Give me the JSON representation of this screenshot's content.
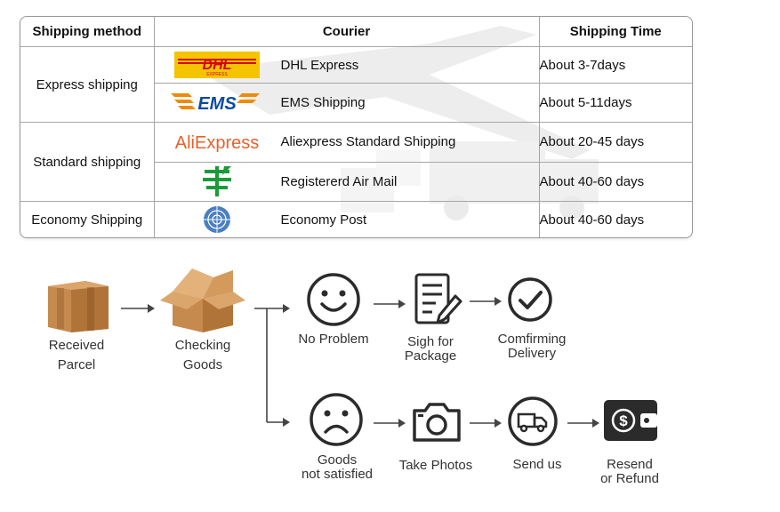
{
  "table": {
    "headers": [
      "Shipping method",
      "Courier",
      "Shipping Time"
    ],
    "groups": [
      {
        "method": "Express shipping",
        "rows": [
          {
            "logo": "dhl-logo",
            "logo_text": "DHL",
            "logo_sub": "EXPRESS",
            "courier": "DHL Express",
            "time": "About 3-7days"
          },
          {
            "logo": "ems-logo",
            "logo_text": "EMS",
            "courier": "EMS Shipping",
            "time": "About 5-11days"
          }
        ]
      },
      {
        "method": "Standard shipping",
        "rows": [
          {
            "logo": "aliexpress-logo",
            "logo_text": "AliExpress",
            "courier": "Aliexpress Standard Shipping",
            "time": "About 20-45 days"
          },
          {
            "logo": "china-post-logo",
            "courier": "Registererd Air Mail",
            "time": "About 40-60 days"
          }
        ]
      },
      {
        "method": "Economy Shipping",
        "rows": [
          {
            "logo": "un-logo",
            "courier": "Economy Post",
            "time": "About 40-60 days"
          }
        ]
      }
    ]
  },
  "flow": {
    "received": [
      "Received",
      "Parcel"
    ],
    "checking": [
      "Checking",
      "Goods"
    ],
    "no_problem": "No Problem",
    "sign": [
      "Sigh for",
      "Package"
    ],
    "confirm": [
      "Comfirming",
      "Delivery"
    ],
    "not_satisfied": [
      "Goods",
      "not satisfied"
    ],
    "photos": "Take Photos",
    "send": "Send us",
    "resend": [
      "Resend",
      "or Refund"
    ]
  },
  "colors": {
    "dhl_yellow": "#f5c400",
    "dhl_red": "#d40511",
    "ems_blue": "#0b4aa2",
    "ems_orange": "#f08a00",
    "ali_orange": "#e8602c",
    "post_green": "#1a9a3a",
    "un_blue": "#4a7fc1",
    "icon_dark": "#2b2b2b",
    "box_brown": "#c68a4e"
  }
}
